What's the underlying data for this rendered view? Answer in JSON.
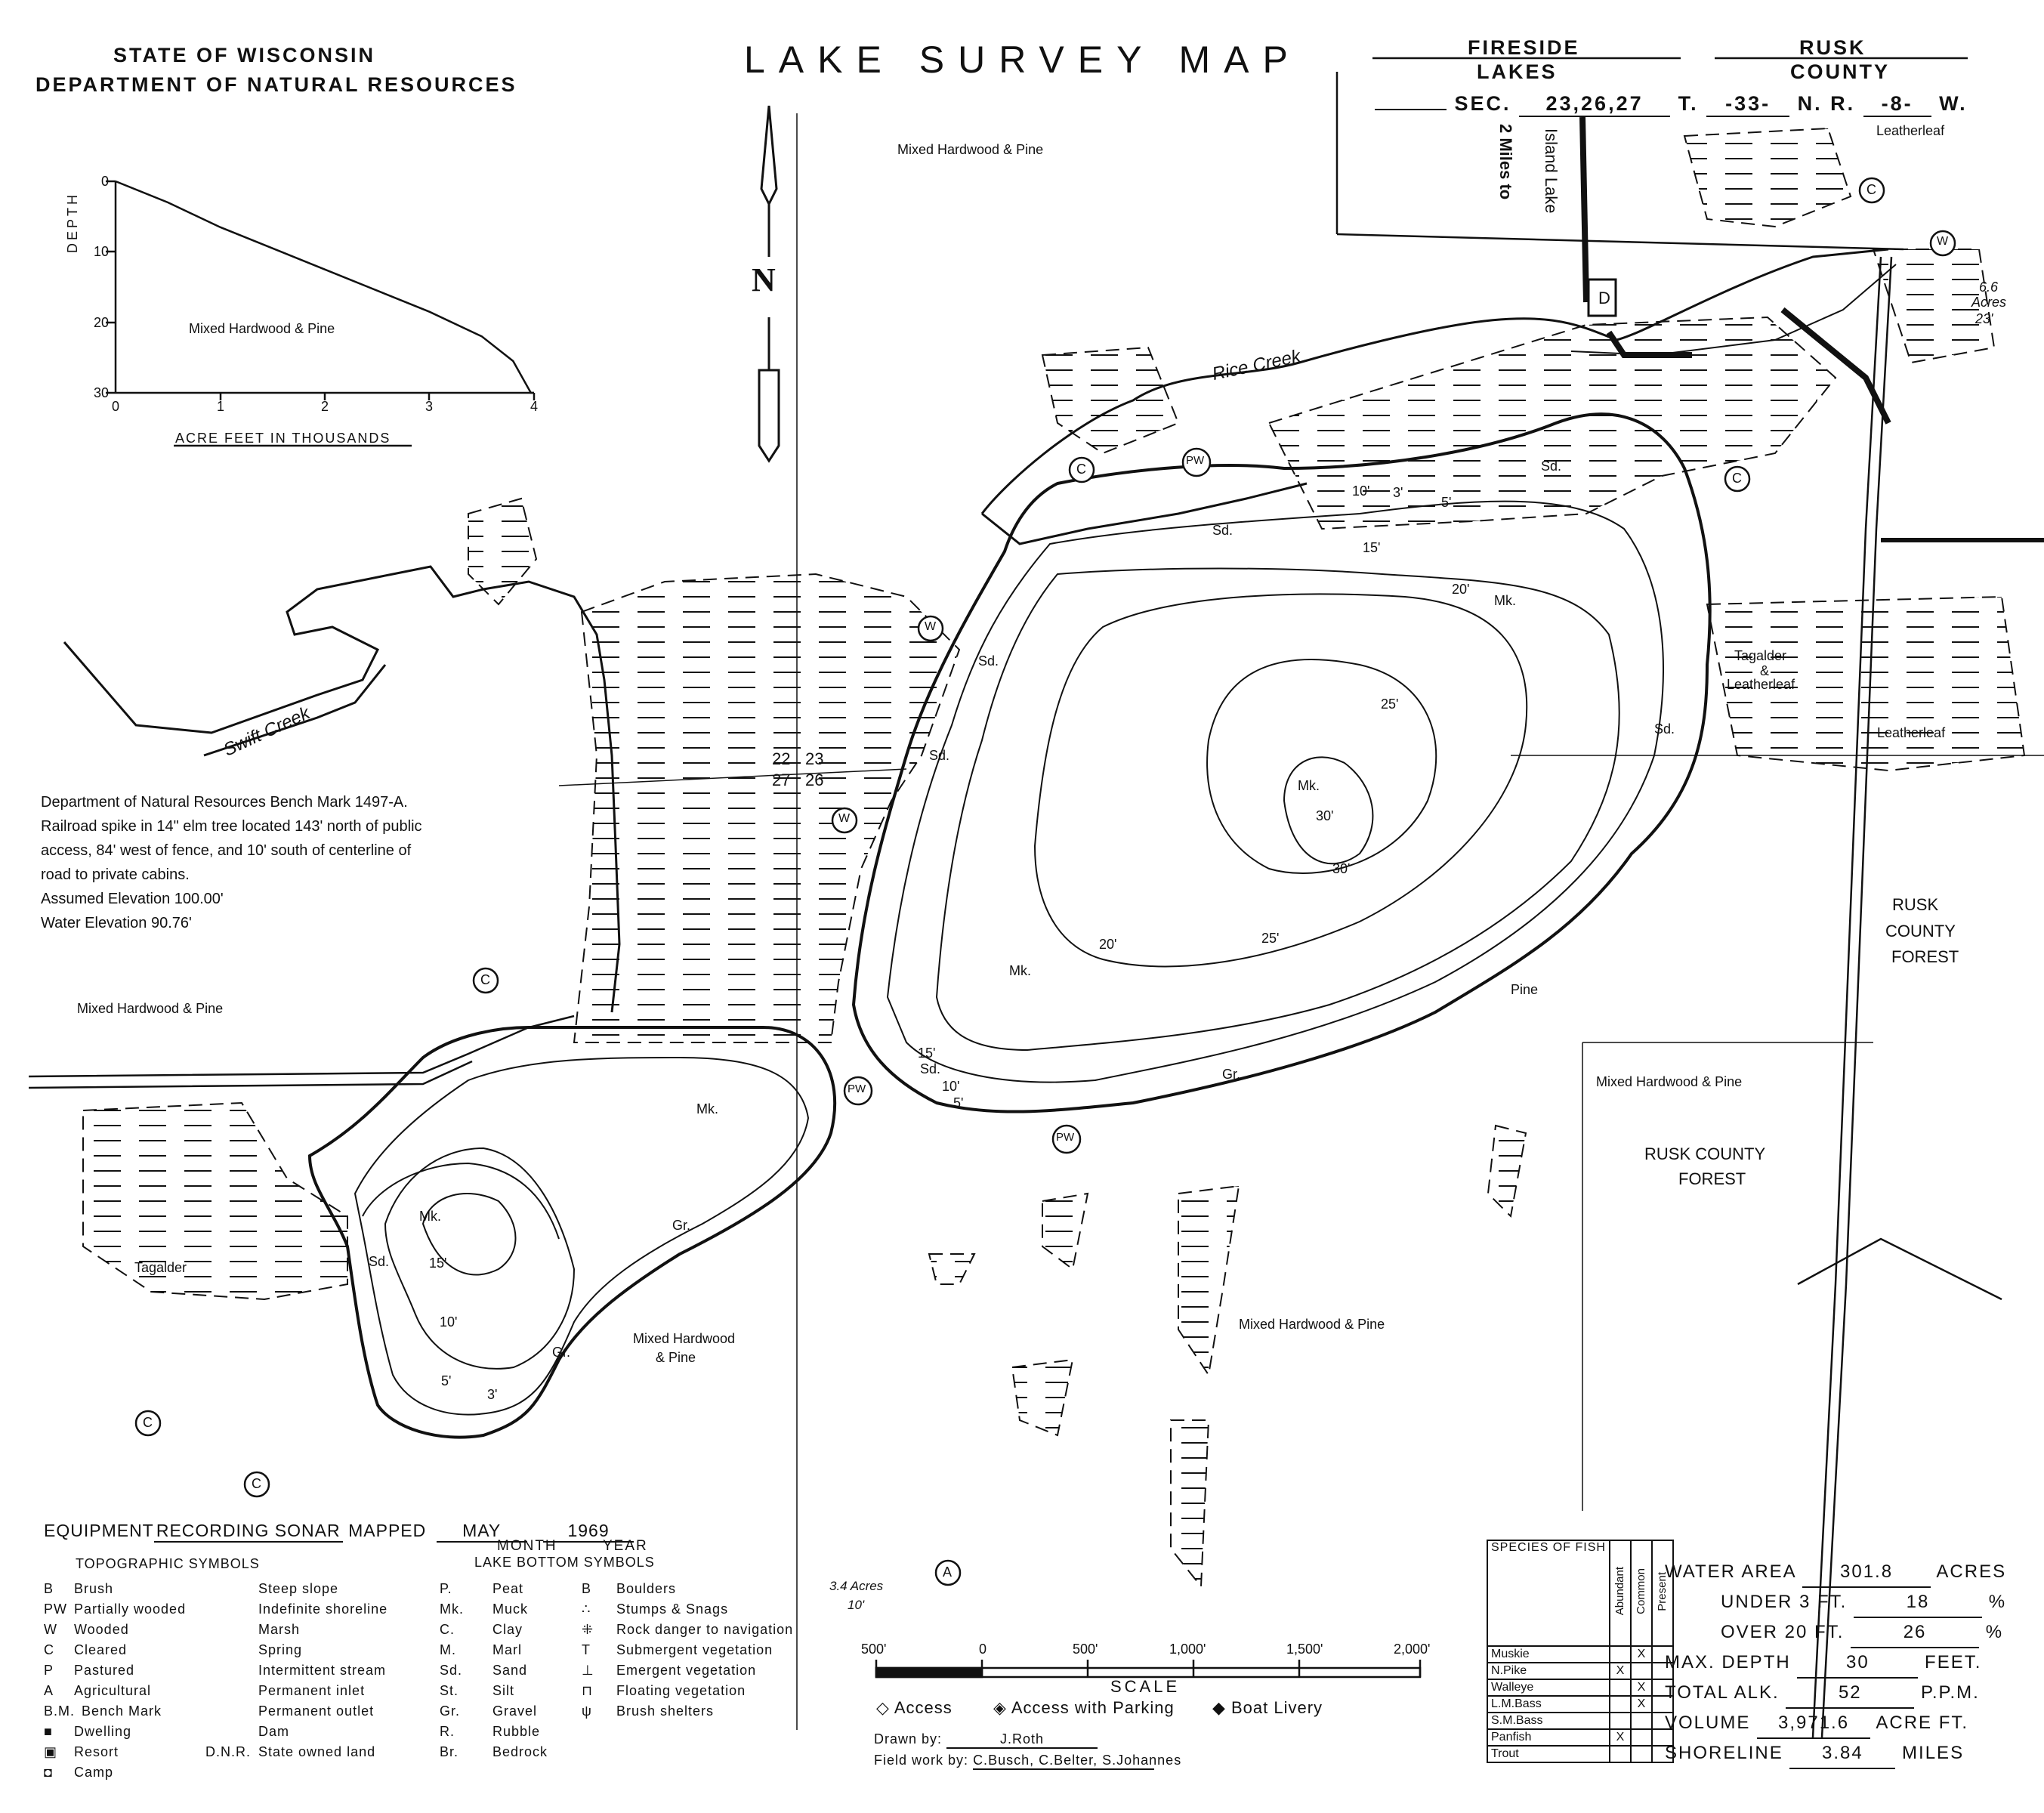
{
  "header": {
    "agency_line1": "STATE OF WISCONSIN",
    "agency_line2": "DEPARTMENT OF NATURAL RESOURCES",
    "title": "LAKE SURVEY MAP",
    "lake_name_1": "FIRESIDE",
    "lake_name_2": "LAKES",
    "county_1": "RUSK",
    "county_2": "COUNTY",
    "sec_label": "SEC.",
    "sec_value": "23,26,27",
    "t_label": "T.",
    "t_value": "-33-",
    "n_label": "N.",
    "r_label": "R.",
    "r_value": "-8-",
    "w_label": "W."
  },
  "volume_graph": {
    "y_axis_label": "DEPTH",
    "x_axis_label": "ACRE FEET IN THOUSANDS",
    "y_ticks": [
      "0",
      "10",
      "20",
      "30"
    ],
    "x_ticks": [
      "0",
      "1",
      "2",
      "3",
      "4"
    ],
    "curve": [
      [
        0,
        0
      ],
      [
        0.5,
        3
      ],
      [
        1,
        6.5
      ],
      [
        1.5,
        9.5
      ],
      [
        2,
        12.5
      ],
      [
        2.5,
        15.5
      ],
      [
        3,
        18.5
      ],
      [
        3.5,
        22
      ],
      [
        3.8,
        25.5
      ],
      [
        3.97,
        30
      ]
    ]
  },
  "map_labels": {
    "north": "N",
    "mixed_hardwood_pine": "Mixed Hardwood & Pine",
    "mixed_hardwood_pine_2line_a": "Mixed Hardwood",
    "mixed_hardwood_pine_2line_b": "& Pine",
    "swift_creek": "Swift Creek",
    "rice_creek": "Rice Creek",
    "island_lake_1": "2 Miles to",
    "island_lake_2": "Island Lake",
    "tagalder": "Tagalder",
    "tagalder_a": "Tagalder",
    "tagalder_b": "&",
    "tagalder_c": "Leatherleaf",
    "leatherleaf": "Leatherleaf",
    "pine": "Pine",
    "rusk_county_forest_a": "RUSK",
    "rusk_county_forest_b": "COUNTY",
    "rusk_county_forest_c": "FOREST",
    "rusk_county_forest_2a": "RUSK COUNTY",
    "rusk_county_forest_2b": "FOREST",
    "acres_66": "6.6",
    "acres_66b": "Acres",
    "acres_66c": "23'",
    "acres_34": "3.4 Acres",
    "acres_34b": "10'",
    "sec_22": "22",
    "sec_23": "23",
    "sec_27": "27",
    "sec_26": "26",
    "d_marker": "D",
    "depth_5": "5'",
    "depth_10": "10'",
    "depth_15": "15'",
    "depth_20": "20'",
    "depth_25": "25'",
    "depth_30": "30'",
    "depth_3": "3'",
    "mk": "Mk.",
    "sd": "Sd.",
    "gr": "Gr.",
    "c": "C",
    "w": "W",
    "pw": "PW",
    "a": "A"
  },
  "bench_mark": {
    "line1": "Department of Natural Resources Bench Mark 1497-A.",
    "line2": "Railroad spike in 14\" elm tree located 143' north of public",
    "line3": "access, 84' west of fence, and 10' south of centerline of",
    "line4": "road to private cabins.",
    "line5": "Assumed Elevation 100.00'",
    "line6": "Water Elevation 90.76'"
  },
  "equipment": {
    "label": "EQUIPMENT",
    "value": "RECORDING SONAR",
    "mapped_label": "MAPPED",
    "month_value": "MAY",
    "year_value": "1969",
    "month_label": "MONTH",
    "year_label": "YEAR"
  },
  "topo_symbols": {
    "heading": "TOPOGRAPHIC SYMBOLS",
    "col1": [
      {
        "sym": "B",
        "label": "Brush"
      },
      {
        "sym": "PW",
        "label": "Partially wooded"
      },
      {
        "sym": "W",
        "label": "Wooded"
      },
      {
        "sym": "C",
        "label": "Cleared"
      },
      {
        "sym": "P",
        "label": "Pastured"
      },
      {
        "sym": "A",
        "label": "Agricultural"
      },
      {
        "sym": "B.M.",
        "label": "Bench Mark"
      },
      {
        "sym": "■",
        "label": "Dwelling"
      },
      {
        "sym": "▣",
        "label": "Resort"
      },
      {
        "sym": "◘",
        "label": "Camp"
      }
    ],
    "col2": [
      "Steep slope",
      "Indefinite shoreline",
      "Marsh",
      "Spring",
      "Intermittent stream",
      "Permanent inlet",
      "Permanent outlet",
      "Dam",
      "State owned land"
    ],
    "col2_dnr": "D.N.R."
  },
  "bottom_symbols": {
    "heading": "LAKE BOTTOM SYMBOLS",
    "col1": [
      {
        "abbr": "P.",
        "label": "Peat"
      },
      {
        "abbr": "Mk.",
        "label": "Muck"
      },
      {
        "abbr": "C.",
        "label": "Clay"
      },
      {
        "abbr": "M.",
        "label": "Marl"
      },
      {
        "abbr": "Sd.",
        "label": "Sand"
      },
      {
        "abbr": "St.",
        "label": "Silt"
      },
      {
        "abbr": "Gr.",
        "label": "Gravel"
      },
      {
        "abbr": "R.",
        "label": "Rubble"
      },
      {
        "abbr": "Br.",
        "label": "Bedrock"
      }
    ],
    "col2": [
      {
        "sym": "B",
        "label": "Boulders"
      },
      {
        "sym": "∴",
        "label": "Stumps & Snags"
      },
      {
        "sym": "⁜",
        "label": "Rock danger to navigation"
      },
      {
        "sym": "T",
        "label": "Submergent vegetation"
      },
      {
        "sym": "⊥",
        "label": "Emergent vegetation"
      },
      {
        "sym": "⊓",
        "label": "Floating vegetation"
      },
      {
        "sym": "ψ",
        "label": "Brush shelters"
      }
    ]
  },
  "scale": {
    "ticks": [
      "500'",
      "0",
      "500'",
      "1,000'",
      "1,500'",
      "2,000'"
    ],
    "label": "SCALE"
  },
  "access_legend": {
    "access": "Access",
    "access_parking": "Access with Parking",
    "boat_livery": "Boat Livery"
  },
  "credits": {
    "drawn_label": "Drawn by:",
    "drawn_value": "J.Roth",
    "field_label": "Field work by:",
    "field_value": "C.Busch, C.Belter, S.Johannes"
  },
  "fish": {
    "heading": "SPECIES OF FISH",
    "columns": [
      "Abundant",
      "Common",
      "Present"
    ],
    "rows": [
      {
        "name": "Muskie",
        "marks": [
          "",
          "X",
          ""
        ]
      },
      {
        "name": "N.Pike",
        "marks": [
          "X",
          "",
          ""
        ]
      },
      {
        "name": "Walleye",
        "marks": [
          "",
          "X",
          ""
        ]
      },
      {
        "name": "L.M.Bass",
        "marks": [
          "",
          "X",
          ""
        ]
      },
      {
        "name": "S.M.Bass",
        "marks": [
          "",
          "",
          ""
        ]
      },
      {
        "name": "Panfish",
        "marks": [
          "X",
          "",
          ""
        ]
      },
      {
        "name": "Trout",
        "marks": [
          "",
          "",
          ""
        ]
      }
    ]
  },
  "stats": {
    "water_area_label": "WATER AREA",
    "water_area_value": "301.8",
    "water_area_unit": "ACRES",
    "under3_label": "UNDER 3 FT.",
    "under3_value": "18",
    "pct": "%",
    "over20_label": "OVER 20 FT.",
    "over20_value": "26",
    "maxdepth_label": "MAX. DEPTH",
    "maxdepth_value": "30",
    "maxdepth_unit": "FEET.",
    "alk_label": "TOTAL ALK.",
    "alk_value": "52",
    "alk_unit": "P.P.M.",
    "volume_label": "VOLUME",
    "volume_value": "3,971.6",
    "volume_unit": "ACRE FT.",
    "shoreline_label": "SHORELINE",
    "shoreline_value": "3.84",
    "shoreline_unit": "MILES"
  },
  "colors": {
    "ink": "#111111",
    "paper": "#ffffff"
  }
}
